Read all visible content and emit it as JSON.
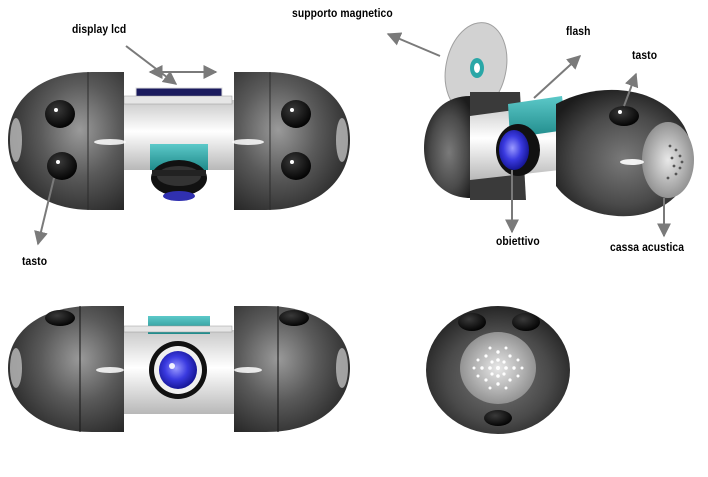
{
  "labels": {
    "display_lcd": "display lcd",
    "supporto_magnetico": "supporto magnetico",
    "flash": "flash",
    "tasto_right": "tasto",
    "tasto_left": "tasto",
    "obiettivo": "obiettivo",
    "cassa_acustica": "cassa acustica"
  },
  "colors": {
    "shell_dark": "#2b2b2b",
    "shell_mid": "#6a6a6a",
    "body_white": "#f4f4f4",
    "teal": "#2aa7a7",
    "lens_blue": "#2a2ad0",
    "lcd_navy": "#1b1b5e",
    "arrow_gray": "#7a7a7a"
  }
}
